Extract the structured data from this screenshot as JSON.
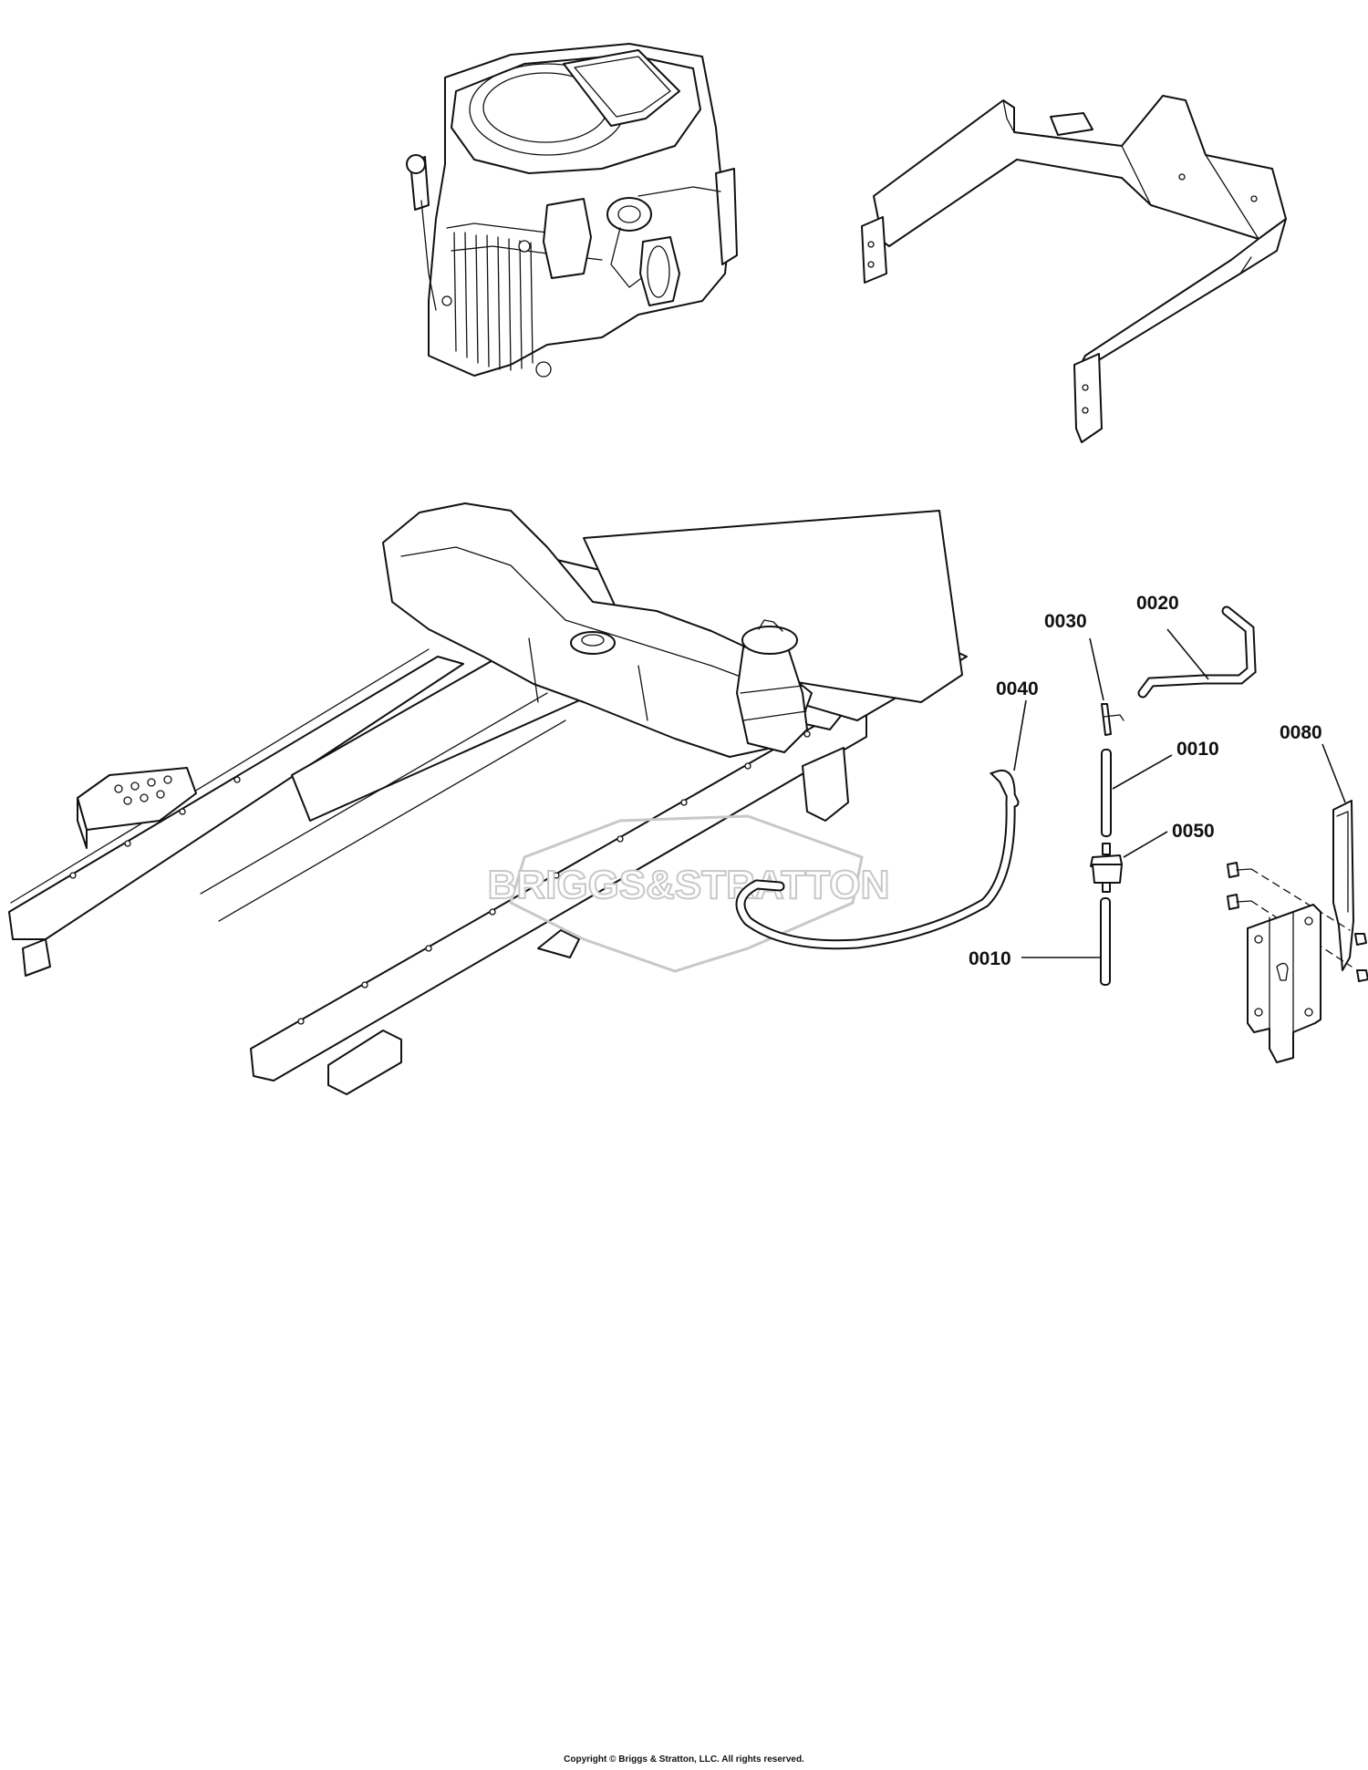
{
  "callouts": [
    {
      "id": "0030",
      "label": "0030"
    },
    {
      "id": "0020",
      "label": "0020"
    },
    {
      "id": "0040",
      "label": "0040"
    },
    {
      "id": "0010a",
      "label": "0010"
    },
    {
      "id": "0080",
      "label": "0080"
    },
    {
      "id": "0050",
      "label": "0050"
    },
    {
      "id": "0010b",
      "label": "0010"
    }
  ],
  "watermark": {
    "text": "BRIGGS&STRATTON"
  },
  "footer": {
    "copyright": "Copyright © Briggs & Stratton, LLC. All rights reserved."
  },
  "colors": {
    "line": "#111111",
    "watermark": "#c8c8c8",
    "background": "#ffffff"
  }
}
